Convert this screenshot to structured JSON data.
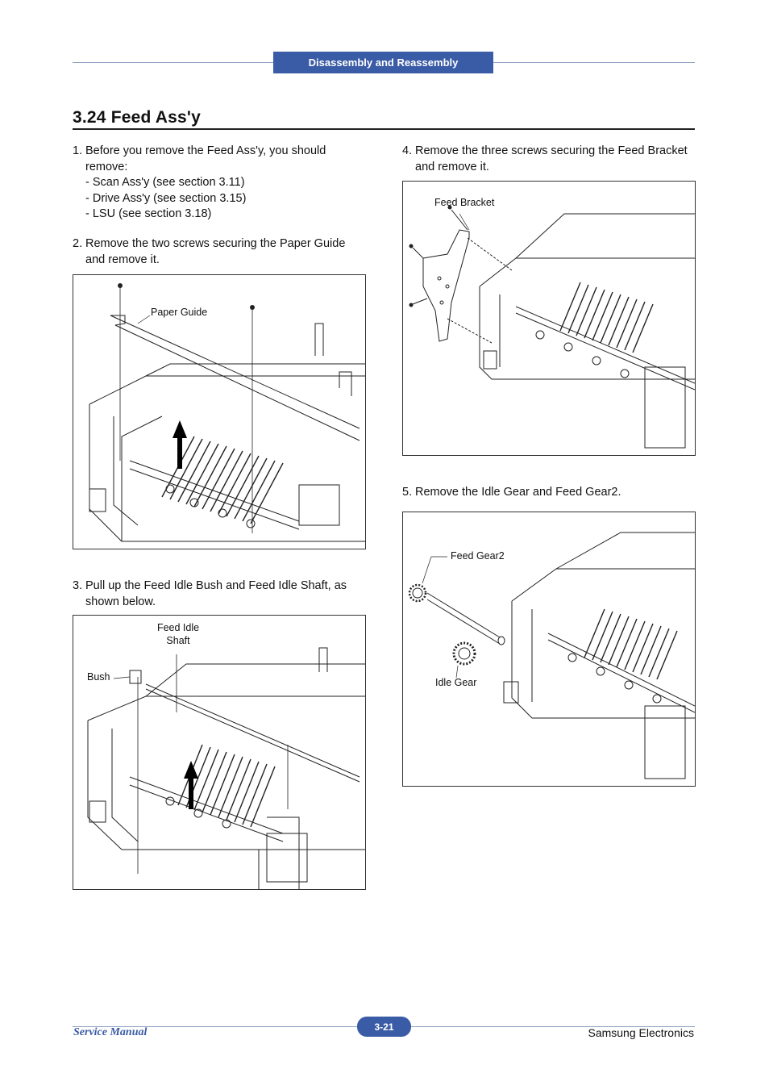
{
  "header": {
    "section_tab": "Disassembly and Reassembly"
  },
  "title": "3.24  Feed Ass'y",
  "steps": [
    {
      "num": "1.",
      "text": "Before you remove the Feed Ass'y, you should remove:",
      "items": [
        "- Scan Ass'y (see section 3.11)",
        "- Drive Ass'y (see section 3.15)",
        "- LSU (see section 3.18)"
      ]
    },
    {
      "num": "2.",
      "text": "Remove the two screws securing the Paper Guide and remove it."
    },
    {
      "num": "3.",
      "text": "Pull up the Feed Idle Bush and Feed Idle Shaft, as shown below."
    },
    {
      "num": "4.",
      "text": "Remove the three screws securing the Feed Bracket and remove it."
    },
    {
      "num": "5.",
      "text": "Remove the Idle Gear and Feed Gear2."
    }
  ],
  "figures": {
    "fig2": {
      "labels": [
        "Paper Guide"
      ]
    },
    "fig3": {
      "labels": [
        "Feed Idle",
        "Shaft",
        "Bush"
      ]
    },
    "fig4": {
      "labels": [
        "Feed Bracket"
      ]
    },
    "fig5": {
      "labels": [
        "Feed Gear2",
        "Idle Gear"
      ]
    }
  },
  "footer": {
    "left": "Service Manual",
    "page": "3-21",
    "right": "Samsung Electronics"
  },
  "colors": {
    "accent": "#3a5ba5",
    "rule": "#8fa3c4"
  }
}
